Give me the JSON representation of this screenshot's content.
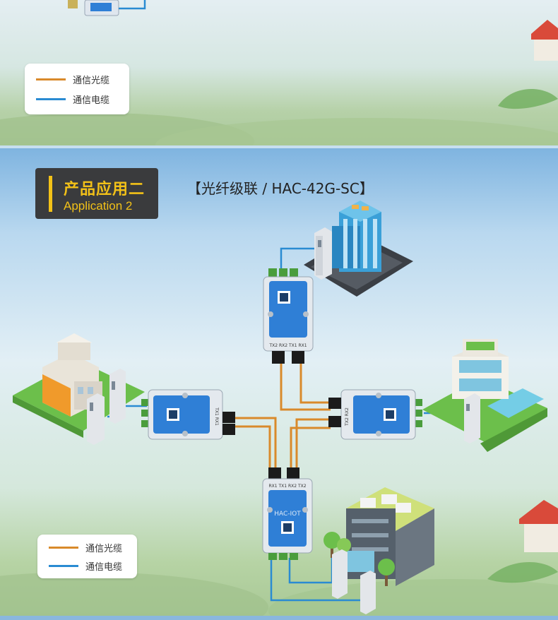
{
  "colors": {
    "fiber_cable": "#d98a2b",
    "data_cable": "#2a8bd2",
    "badge_bg": "#3a3b3d",
    "badge_accent": "#f2c118",
    "device_body": "#2f7fd6"
  },
  "legend_top": {
    "fiber_label": "通信光缆",
    "data_label": "通信电缆"
  },
  "application": {
    "title": "产品应用二",
    "subtitle": "Application 2",
    "diagram_title": "【光纤级联 / HAC-42G-SC】"
  },
  "legend_bottom": {
    "fiber_label": "通信光缆",
    "data_label": "通信电缆"
  },
  "device": {
    "top_ports": "TX2 RX2 TX1 RX1",
    "bottom_ports": "RX1 TX1 RX2 TX2",
    "left_ports": "TX1 RX1",
    "right_ports": "TX2 RX2",
    "brand": "HAC-IOT"
  },
  "icons": [
    "tree-icon",
    "building-icon",
    "terminal-icon",
    "leaf-icon"
  ]
}
